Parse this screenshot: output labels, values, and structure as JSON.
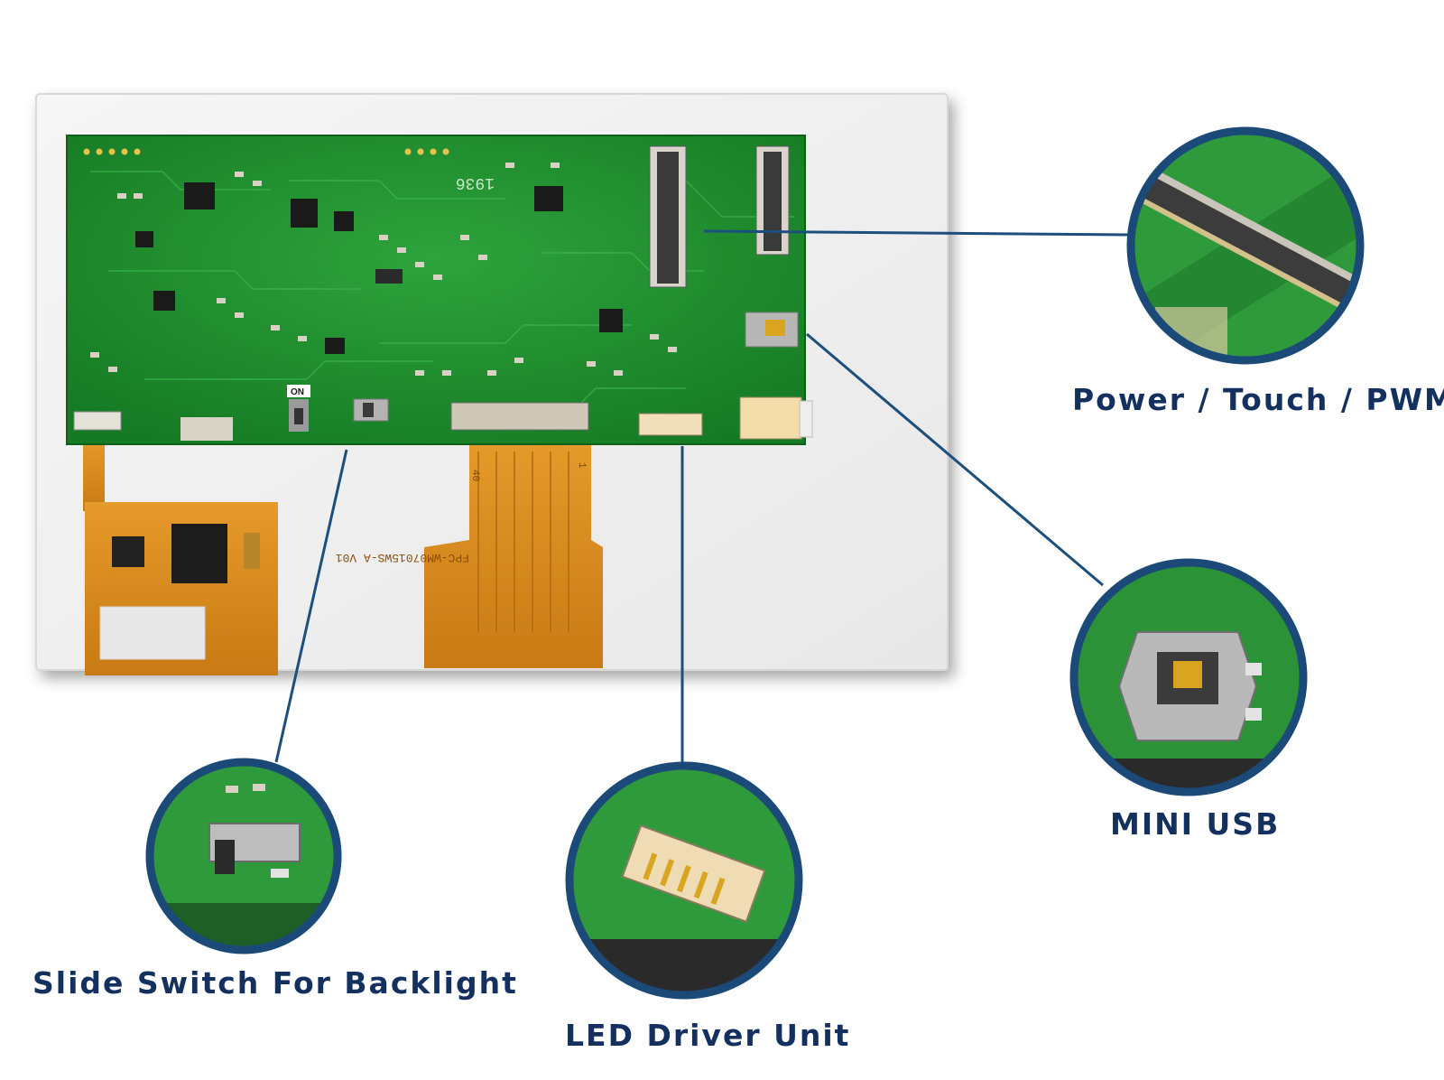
{
  "callouts": {
    "power": {
      "label": "Power / Touch / PWM",
      "icon": "fpc-connector-icon"
    },
    "usb": {
      "label": "MINI USB",
      "icon": "mini-usb-port-icon"
    },
    "switch": {
      "label": "Slide Switch For Backlight",
      "icon": "slide-switch-icon"
    },
    "led": {
      "label": "LED Driver Unit",
      "icon": "led-driver-connector-icon"
    }
  },
  "board": {
    "fpc_marking": "FPC-WM07015WS-A V01",
    "on_marking": "ON",
    "marking_1936": "1936",
    "pin_40": "40",
    "pin_1": "1"
  },
  "colors": {
    "label": "#13305e",
    "leader_line": "#1d4f7c",
    "pcb_green": "#1f8f2d",
    "fpc_amber": "#d68a1e",
    "panel_frame": "#f1f1f1",
    "circle_border": "#1b4a78"
  }
}
